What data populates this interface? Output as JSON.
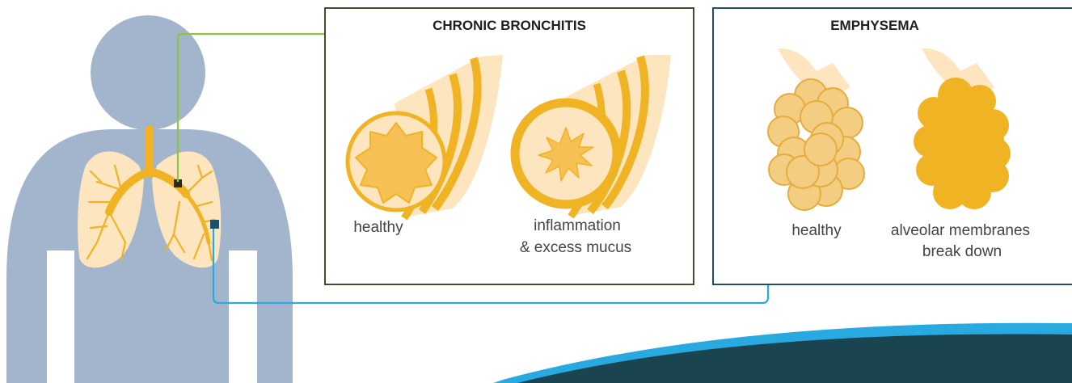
{
  "colors": {
    "body": "#a3b5cc",
    "lung": "#fde6bf",
    "airway": "#f0b324",
    "bronchitis_frame": "#4a4632",
    "emphysema_frame": "#1e4f66",
    "green_line": "#8cc63f",
    "blue_line": "#29a9e0",
    "wave_dark": "#1b4451",
    "wave_accent": "#28aae1"
  },
  "icons": [
    "person-silhouette",
    "lungs-icon",
    "bronchus-tube-icon",
    "alveoli-cluster-icon"
  ],
  "bronchitis": {
    "title": "CHRONIC BRONCHITIS",
    "healthy_label": "healthy",
    "inflamed_label_line1": "inflammation",
    "inflamed_label_line2": "& excess mucus"
  },
  "emphysema": {
    "title": "EMPHYSEMA",
    "healthy_label": "healthy",
    "damaged_label_line1": "alveolar membranes",
    "damaged_label_line2": "break down"
  }
}
